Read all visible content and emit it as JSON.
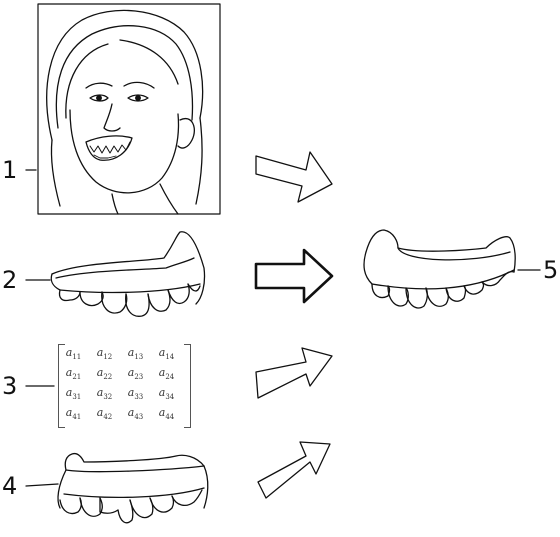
{
  "labels": {
    "face": "1",
    "upper_arch": "2",
    "matrix": "3",
    "lower_arch": "4",
    "result_arch": "5"
  },
  "matrix": {
    "symbol": "a",
    "rows": [
      [
        "11",
        "12",
        "13",
        "14"
      ],
      [
        "21",
        "22",
        "23",
        "24"
      ],
      [
        "31",
        "32",
        "33",
        "34"
      ],
      [
        "41",
        "42",
        "43",
        "44"
      ]
    ]
  }
}
